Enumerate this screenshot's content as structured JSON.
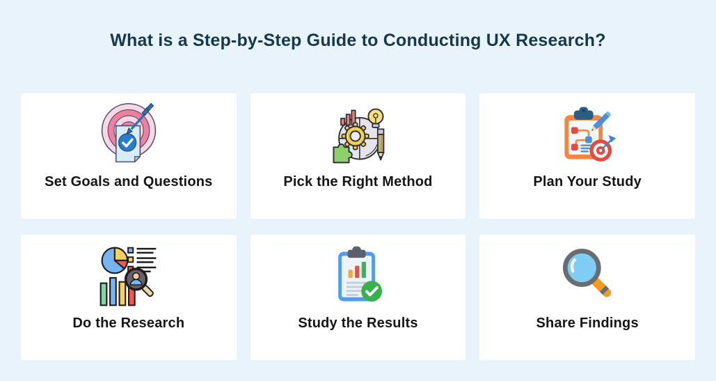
{
  "title": "What is a Step-by-Step Guide to Conducting UX Research?",
  "theme": {
    "background": "#e8f3fb",
    "card_background": "#ffffff",
    "title_color": "#14394f",
    "label_color": "#151515"
  },
  "cards": [
    {
      "label": "Set Goals and Questions",
      "icon": "target-arrow-document-icon"
    },
    {
      "label": "Pick the Right Method",
      "icon": "methods-wheel-gear-icon"
    },
    {
      "label": "Plan Your Study",
      "icon": "clipboard-flowchart-target-icon"
    },
    {
      "label": "Do the Research",
      "icon": "charts-user-magnifier-icon"
    },
    {
      "label": "Study the Results",
      "icon": "clipboard-chart-check-icon"
    },
    {
      "label": "Share Findings",
      "icon": "magnifying-glass-icon"
    }
  ]
}
